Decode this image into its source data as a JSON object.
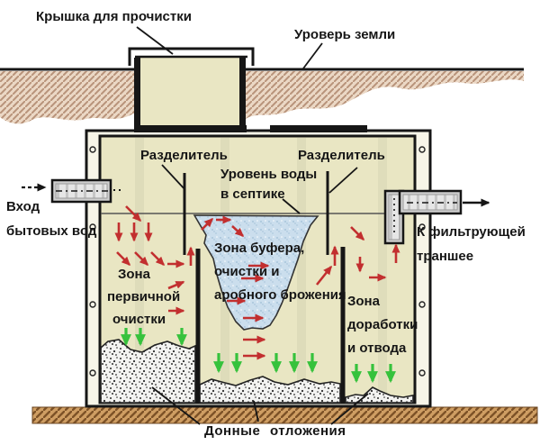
{
  "labels": {
    "cover": "Крышка для прочистки",
    "ground_level": "Уроверь земли",
    "divider_left": "Разделитель",
    "divider_right": "Разделитель",
    "water_level": [
      "Уровень воды",
      "в септике"
    ],
    "inlet": [
      "Вход",
      "бытовых вод"
    ],
    "outlet": [
      "К фильтрующей",
      "траншее"
    ],
    "zone_primary": [
      "Зона",
      "первичной",
      "очистки"
    ],
    "zone_buffer": [
      "Зона буфера,",
      "очистки и",
      "аробного брожения"
    ],
    "zone_outlet": [
      "Зона",
      "доработки",
      "и отвода"
    ],
    "bottom_sediment": "Донные отложения"
  },
  "colors": {
    "flow_arrow_red": "#c22f2f",
    "settling_arrow_green": "#36c23c",
    "tank_interior": "#e9e6c3",
    "water": "#cbdeed",
    "ground_hatch": "#b8937a",
    "foundation_hatch": "#7d5227",
    "outline": "#151515"
  }
}
